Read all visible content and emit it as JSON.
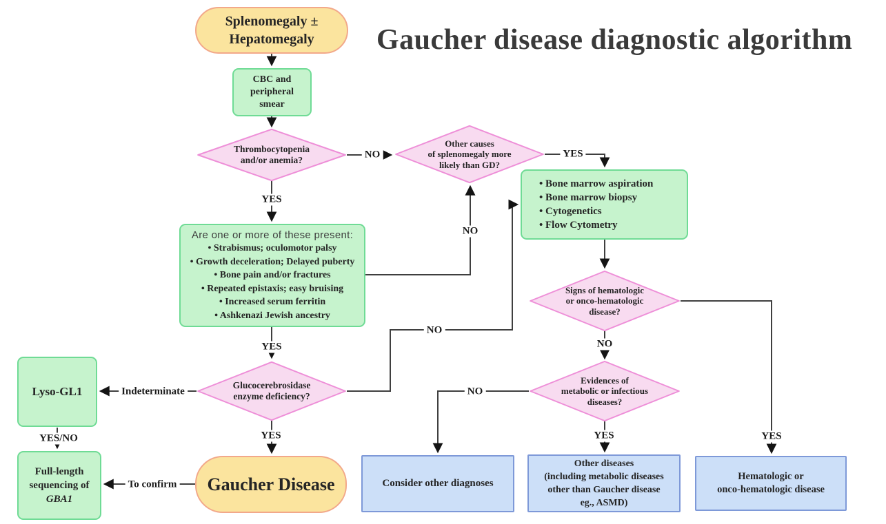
{
  "title": "Gaucher disease diagnostic algorithm",
  "colors": {
    "orange_fill": "#fbe49e",
    "orange_border": "#f2a88a",
    "green_fill": "#c6f3cd",
    "green_border": "#6fdb95",
    "pink_fill": "#f8dbf0",
    "pink_border": "#ee8fd8",
    "blue_fill": "#ccdff8",
    "blue_border": "#7e99d8",
    "line": "#3f3f3f"
  },
  "nodes": {
    "splenomegaly": {
      "lines": [
        "Splenomegaly ±",
        "Hepatomegaly"
      ]
    },
    "cbc": {
      "lines": [
        "CBC and",
        "peripheral",
        "smear"
      ]
    },
    "thrombocytopenia": {
      "lines": [
        "Thrombocytopenia",
        "and/or anemia?"
      ]
    },
    "other_causes": {
      "lines": [
        "Other causes",
        "of splenomegaly more",
        "likely than GD?"
      ]
    },
    "bone_marrow": {
      "lines": [
        "• Bone marrow aspiration",
        "• Bone marrow biopsy",
        "• Cytogenetics",
        "• Flow Cytometry"
      ]
    },
    "checklist": {
      "header": "Are one or more of these present:",
      "lines": [
        "• Strabismus; oculomotor palsy",
        "• Growth deceleration; Delayed puberty",
        "• Bone pain and/or fractures",
        "• Repeated epistaxis; easy bruising",
        "• Increased serum ferritin",
        "• Ashkenazi Jewish ancestry"
      ]
    },
    "glucocerebrosidase": {
      "lines": [
        "Glucocerebrosidase",
        "enzyme deficiency?"
      ]
    },
    "lyso_gl1": {
      "text": "Lyso-GL1"
    },
    "gba1": {
      "lines": [
        "Full-length",
        "sequencing of",
        "GBA1"
      ]
    },
    "gaucher": {
      "text": "Gaucher Disease"
    },
    "signs_hematologic": {
      "lines": [
        "Signs of hematologic",
        "or onco-hematologic",
        "disease?"
      ]
    },
    "evidences": {
      "lines": [
        "Evidences of",
        "metabolic or infectious",
        "diseases?"
      ]
    },
    "consider_other": {
      "text": "Consider other diagnoses"
    },
    "other_diseases": {
      "lines": [
        "Other diseases",
        "(including metabolic diseases",
        "other than Gaucher disease",
        "eg., ASMD)"
      ]
    },
    "hematologic_disease": {
      "lines": [
        "Hematologic or",
        "onco-hematologic disease"
      ]
    }
  },
  "labels": {
    "d1_no": "NO",
    "d1_yes": "YES",
    "d2_yes": "YES",
    "checklist_no": "NO",
    "checklist_yes": "YES",
    "d3_no": "NO",
    "d3_indeterminate": "Indeterminate",
    "d3_yes": "YES",
    "lyso_yesno": "YES/NO",
    "gaucher_confirm": "To confirm",
    "d4_no": "NO",
    "d4_yes": "YES",
    "d5_no": "NO",
    "d5_yes": "YES"
  }
}
